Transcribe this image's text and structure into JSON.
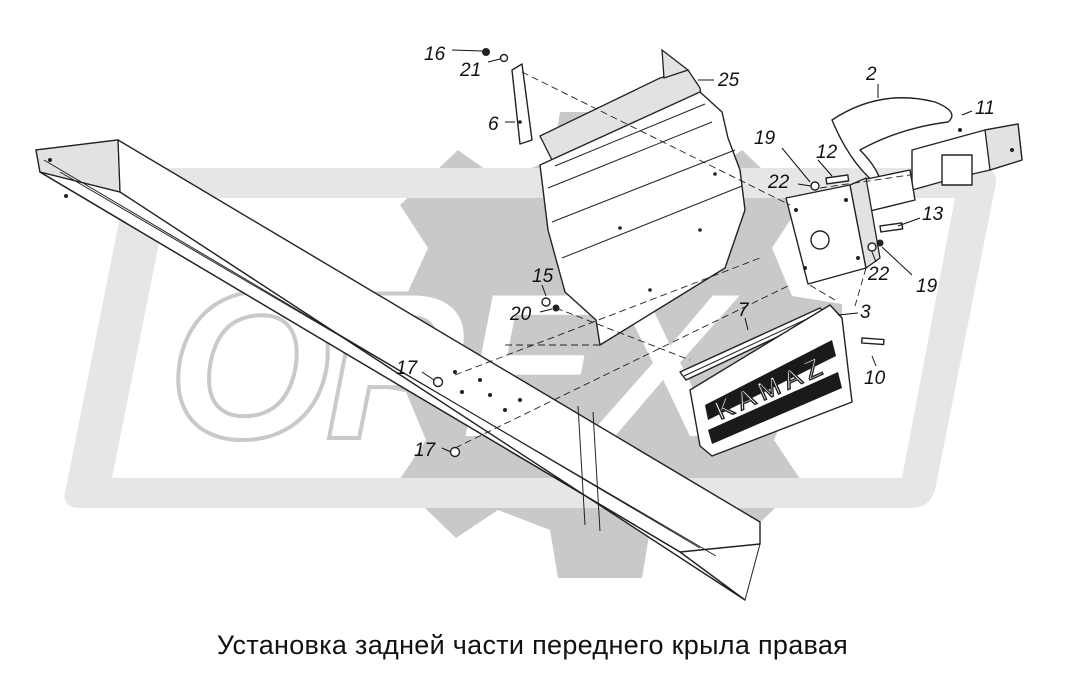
{
  "caption": "Установка задней части переднего крыла правая",
  "watermark": {
    "text": "OPEX",
    "gear_color": "#c9c9c9",
    "band_color": "#e6e6e6"
  },
  "plate_text": "KAMAZ",
  "callouts": [
    {
      "id": "c16",
      "label": "16"
    },
    {
      "id": "c21",
      "label": "21"
    },
    {
      "id": "c6",
      "label": "6"
    },
    {
      "id": "c25",
      "label": "25"
    },
    {
      "id": "c2",
      "label": "2"
    },
    {
      "id": "c11",
      "label": "11"
    },
    {
      "id": "c19a",
      "label": "19"
    },
    {
      "id": "c12",
      "label": "12"
    },
    {
      "id": "c22a",
      "label": "22"
    },
    {
      "id": "c13",
      "label": "13"
    },
    {
      "id": "c22b",
      "label": "22"
    },
    {
      "id": "c19b",
      "label": "19"
    },
    {
      "id": "c15",
      "label": "15"
    },
    {
      "id": "c20",
      "label": "20"
    },
    {
      "id": "c7",
      "label": "7"
    },
    {
      "id": "c3",
      "label": "3"
    },
    {
      "id": "c17a",
      "label": "17"
    },
    {
      "id": "c10",
      "label": "10"
    },
    {
      "id": "c17b",
      "label": "17"
    }
  ]
}
